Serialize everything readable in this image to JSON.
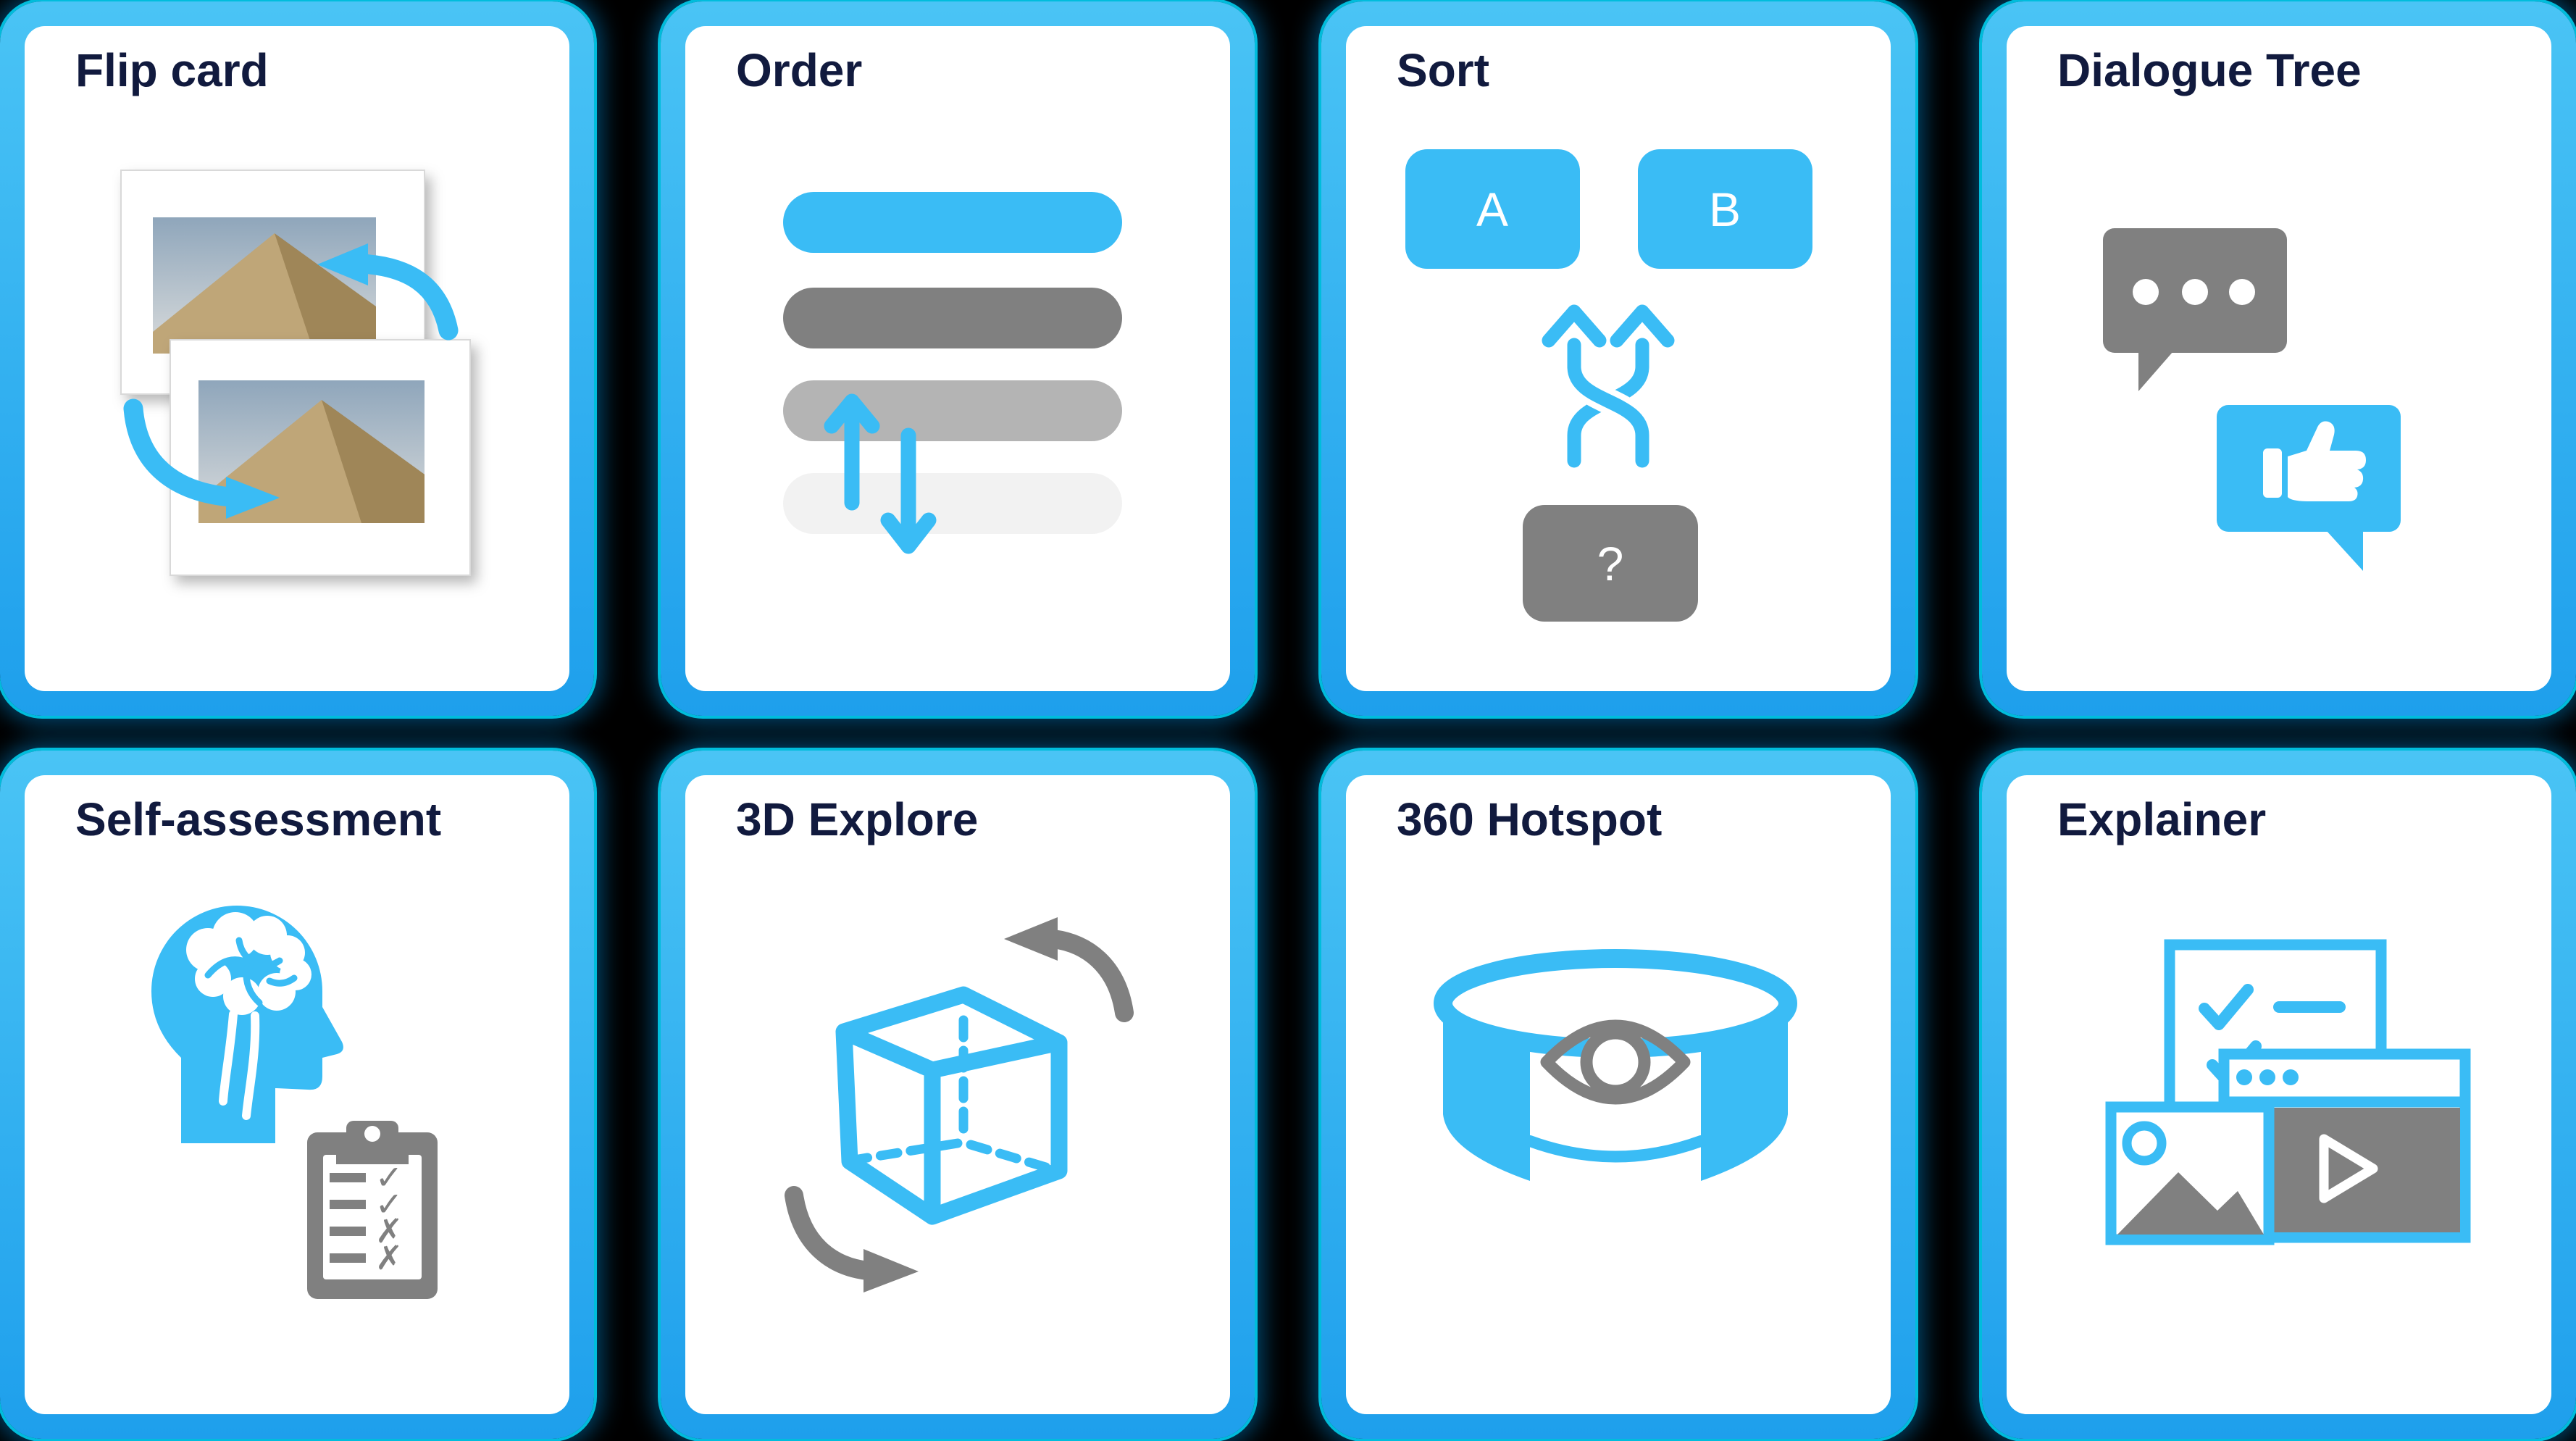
{
  "colors": {
    "background": "#000000",
    "accent": "#3ABCF5",
    "gray": "#808080",
    "gray_mid": "#B4B4B4",
    "gray_light": "#F2F2F2",
    "title_text": "#111A3E",
    "border_light": "#4AC4F5",
    "border_dark": "#1E9FEC",
    "rim": "#00E0FF"
  },
  "cards": [
    {
      "id": "flip-card",
      "title": "Flip card",
      "icon": "flip-card-icon"
    },
    {
      "id": "order",
      "title": "Order",
      "icon": "order-icon"
    },
    {
      "id": "sort",
      "title": "Sort",
      "icon": "sort-icon",
      "labels": {
        "a": "A",
        "b": "B",
        "unknown": "?"
      }
    },
    {
      "id": "dialogue-tree",
      "title": "Dialogue Tree",
      "icon": "dialogue-tree-icon"
    },
    {
      "id": "self-assessment",
      "title": "Self-assessment",
      "icon": "self-assessment-icon",
      "marks": [
        "✓",
        "✓",
        "✗",
        "✗"
      ]
    },
    {
      "id": "3d-explore",
      "title": "3D Explore",
      "icon": "3d-explore-icon"
    },
    {
      "id": "360-hotspot",
      "title": "360 Hotspot",
      "icon": "360-hotspot-icon"
    },
    {
      "id": "explainer",
      "title": "Explainer",
      "icon": "explainer-icon"
    }
  ]
}
